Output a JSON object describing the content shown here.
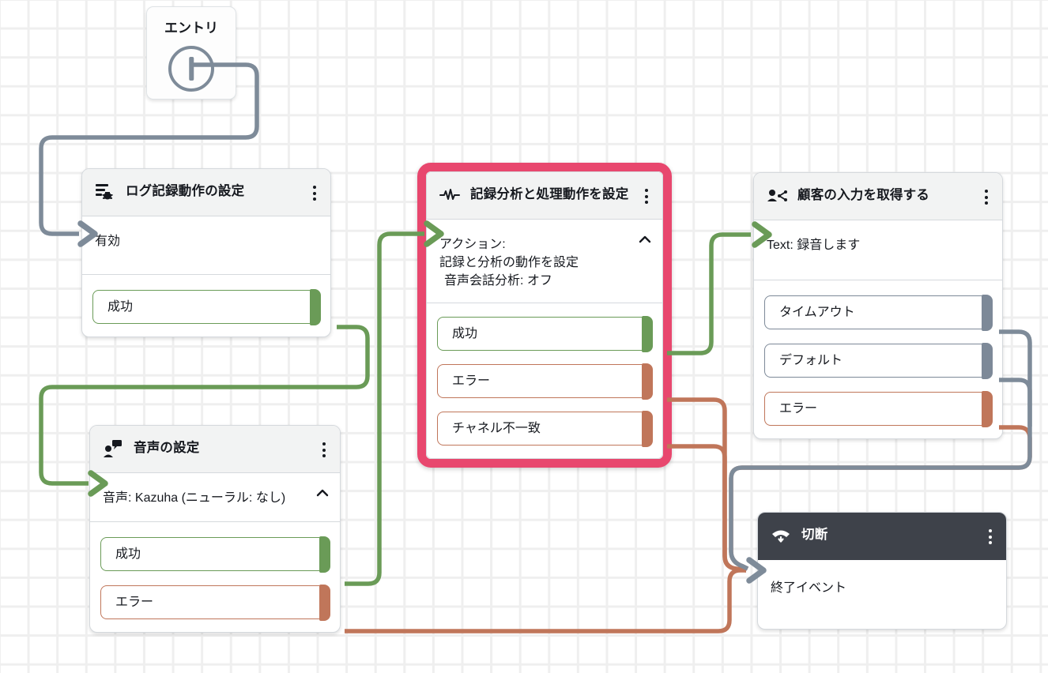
{
  "app": {
    "name": "contact-flow-editor"
  },
  "entry": {
    "title": "エントリ"
  },
  "nodes": {
    "logging": {
      "title": "ログ記録動作の設定",
      "body": "有効",
      "branches": {
        "success": "成功"
      }
    },
    "recording": {
      "title": "記録分析と処理動作を設定",
      "action_line1": "アクション:",
      "action_line2": "記録と分析の動作を設定",
      "action_line3": "音声会話分析: オフ",
      "branches": {
        "success": "成功",
        "error": "エラー",
        "channel_mismatch": "チャネル不一致"
      }
    },
    "get_input": {
      "title": "顧客の入力を取得する",
      "body": "Text: 録音します",
      "branches": {
        "timeout": "タイムアウト",
        "default": "デフォルト",
        "error": "エラー"
      }
    },
    "voice": {
      "title": "音声の設定",
      "body": "音声: Kazuha (ニューラル: なし)",
      "branches": {
        "success": "成功",
        "error": "エラー"
      }
    },
    "disconnect": {
      "title": "切断",
      "body": "終了イベント"
    }
  },
  "colors": {
    "selected": "#e8476e",
    "success": "#6a9b57",
    "error": "#c0765a",
    "neutral": "#7e8b99",
    "dark_header": "#3e424a",
    "header_bg": "#f2f3f3"
  }
}
